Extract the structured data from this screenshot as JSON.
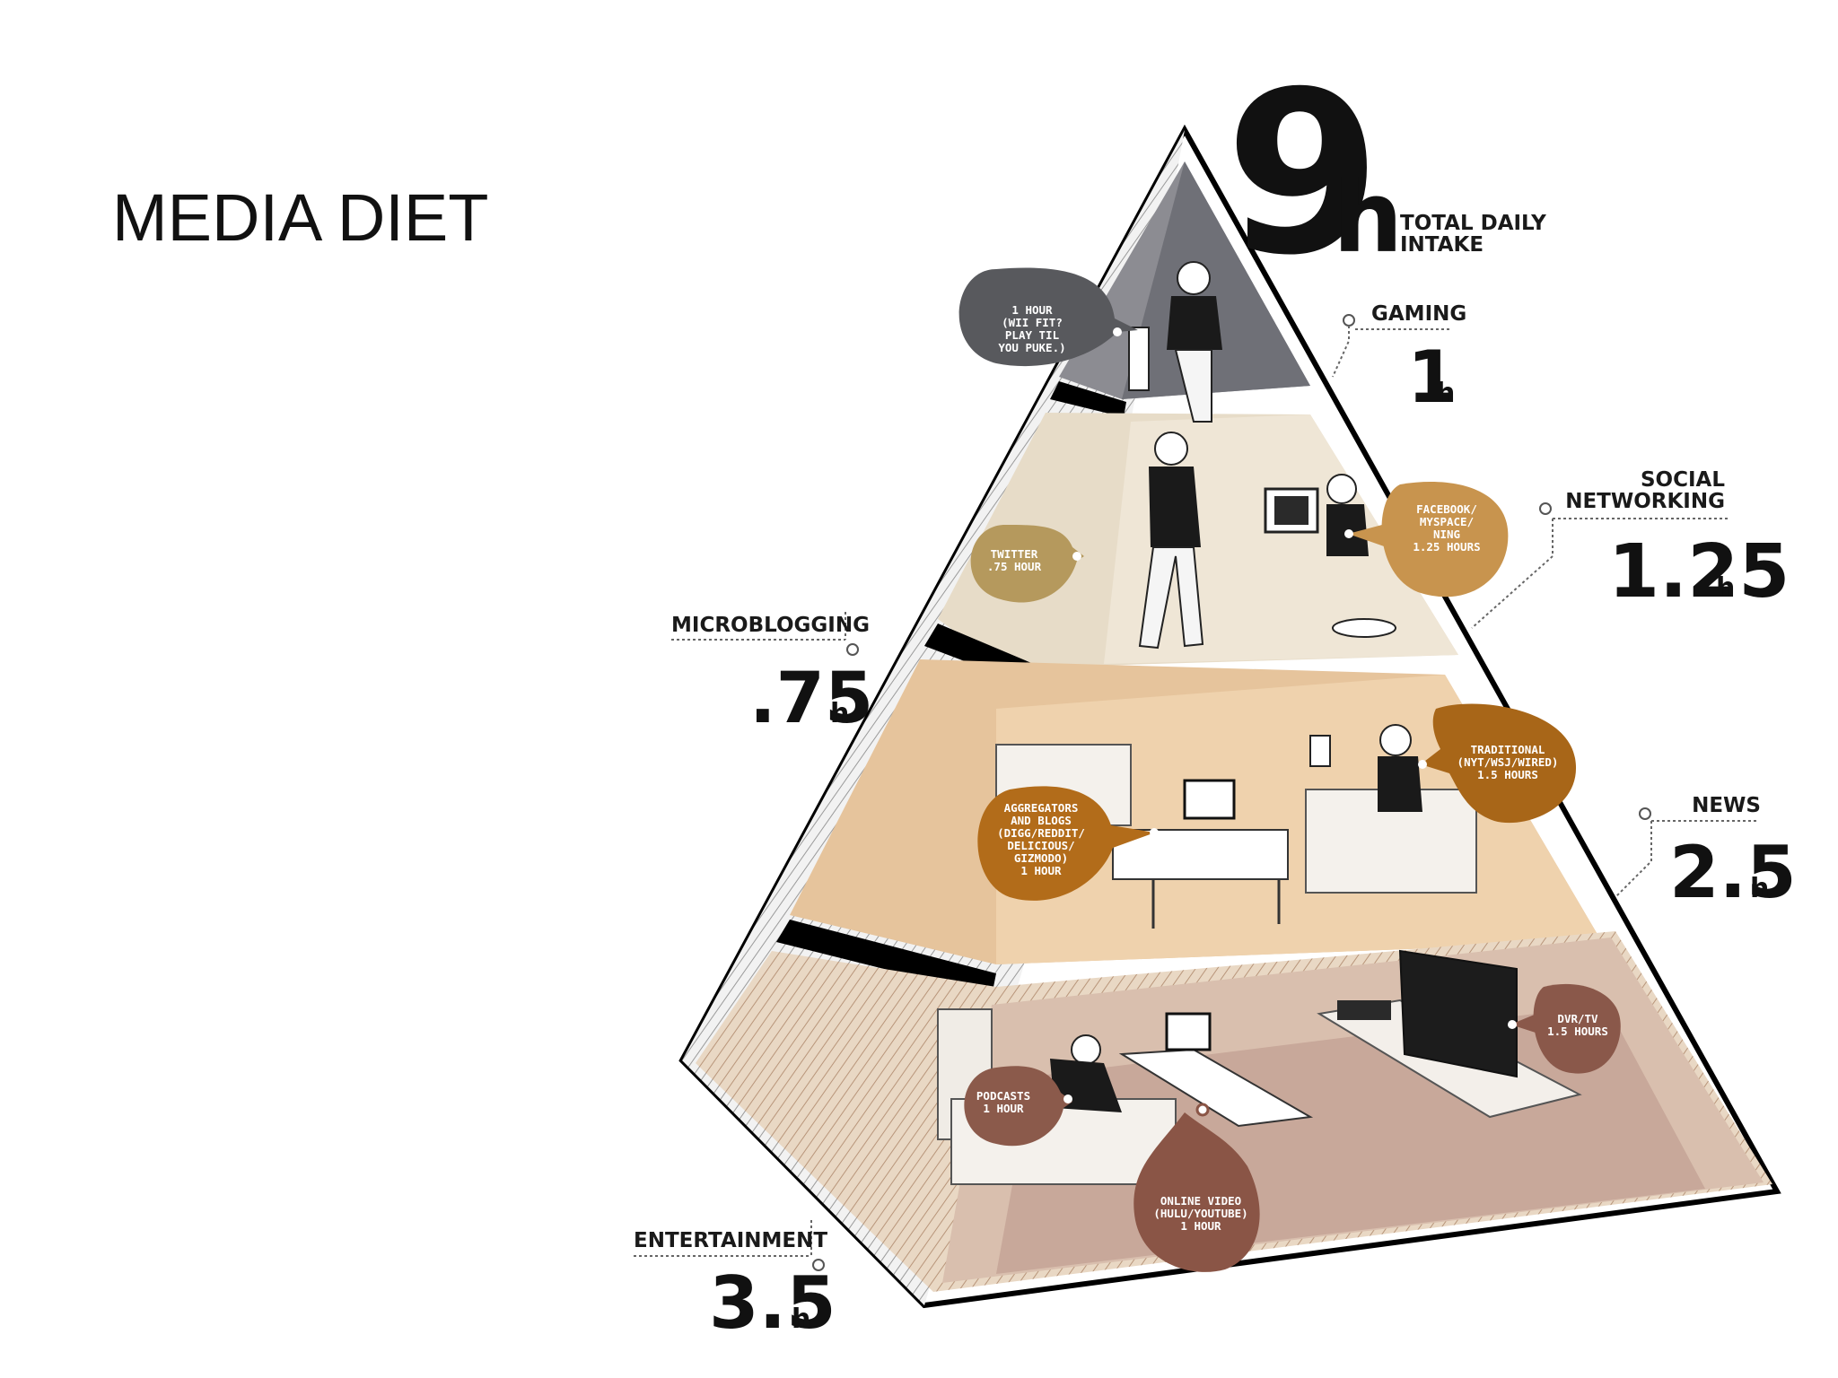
{
  "slide": {
    "title": "MEDIA DIET"
  },
  "total": {
    "value": "9",
    "unit": "h",
    "label_line1": "TOTAL DAILY",
    "label_line2": "INTAKE"
  },
  "categories": [
    {
      "name": "GAMING",
      "value": "1",
      "unit": "h"
    },
    {
      "name_line1": "SOCIAL",
      "name_line2": "NETWORKING",
      "value": "1.25",
      "unit": "h"
    },
    {
      "name": "MICROBLOGGING",
      "value": ".75",
      "unit": "h"
    },
    {
      "name": "NEWS",
      "value": "2.5",
      "unit": "h"
    },
    {
      "name": "ENTERTAINMENT",
      "value": "3.5",
      "unit": "h"
    }
  ],
  "bubbles": {
    "wii": [
      "1 HOUR",
      "(WII FIT?",
      "PLAY TIL",
      "YOU PUKE.)"
    ],
    "twitter": [
      "TWITTER",
      ".75 HOUR"
    ],
    "facebook": [
      "FACEBOOK/",
      "MYSPACE/",
      "NING",
      "1.25 HOURS"
    ],
    "traditional": [
      "TRADITIONAL",
      "(NYT/WSJ/WIRED)",
      "1.5 HOURS"
    ],
    "aggregators": [
      "AGGREGATORS",
      "AND BLOGS",
      "(DIGG/REDDIT/",
      "DELICIOUS/",
      "GIZMODO)",
      "1 HOUR"
    ],
    "dvr": [
      "DVR/TV",
      "1.5 HOURS"
    ],
    "podcasts": [
      "PODCASTS",
      "1 HOUR"
    ],
    "video": [
      "ONLINE VIDEO",
      "(HULU/YOUTUBE)",
      "1 HOUR"
    ]
  },
  "colors": {
    "gaming": "#5e5e62",
    "microblog": "#b59a5e",
    "social": "#c8944e",
    "news": "#b86e1c",
    "entertainment": "#8a5a4a"
  }
}
